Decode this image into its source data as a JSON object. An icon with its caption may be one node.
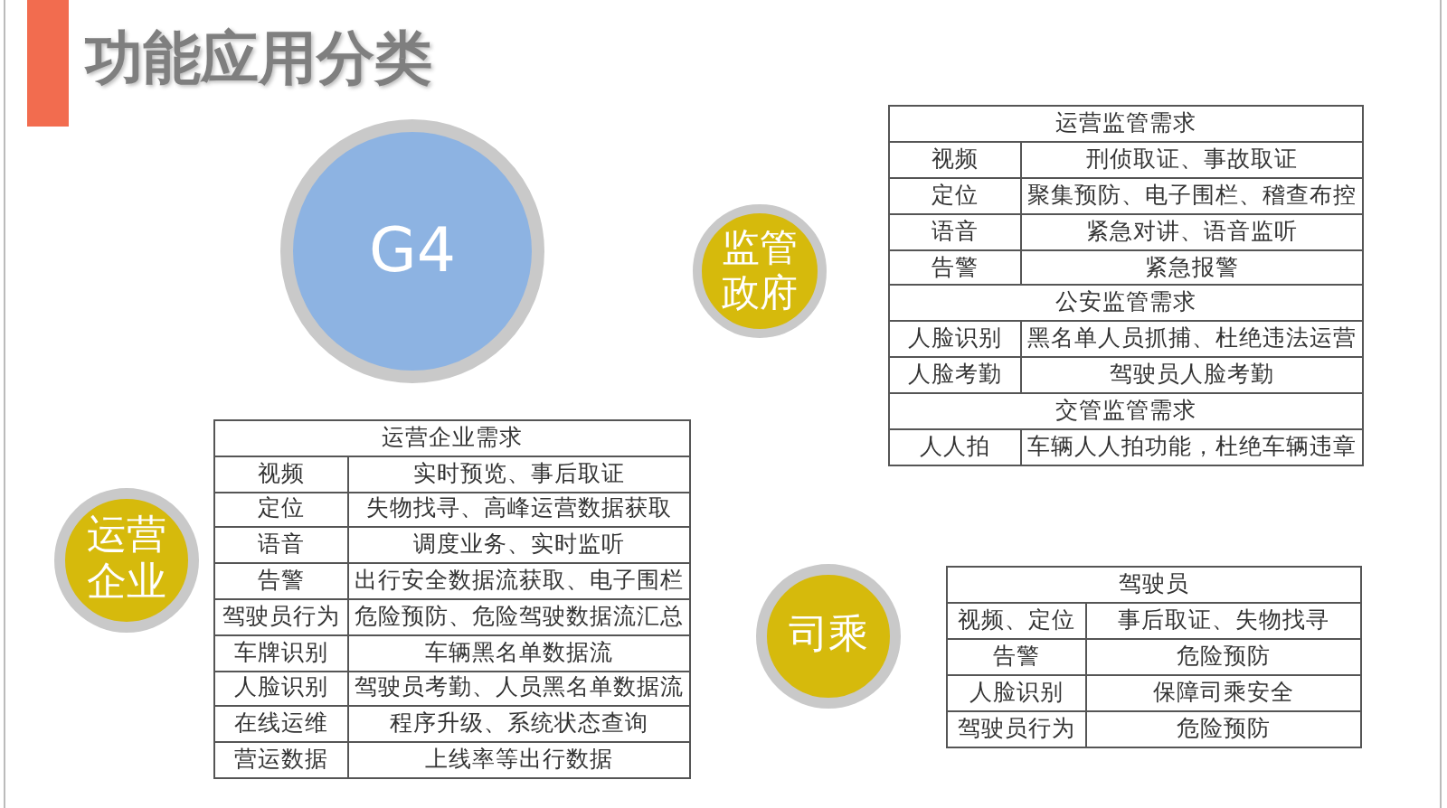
{
  "diagram": {
    "title": "功能应用分类",
    "nodes": [
      {
        "text": [
          "G4"
        ]
      },
      {
        "text": [
          "监管政府"
        ]
      },
      {
        "text": [
          "运营企业"
        ]
      },
      {
        "text": [
          "司乘"
        ]
      }
    ],
    "labels": [
      "运营监管需求",
      "视频",
      "刑侦取证、事故取证",
      "定位",
      "聚集预防、电子围栏、稽查布控",
      "语音",
      "紧急对讲、语音监听",
      "告警",
      "紧急报警",
      "公安监管需求",
      "人脸识别",
      "黑名单人员抓捕、杜绝违法运营",
      "人脸考勤",
      "驾驶员人脸考勤",
      "交管监管需求",
      "人人拍",
      "车辆人人拍功能，杜绝车辆违章",
      "运营企业需求",
      "视频",
      "实时预览、事后取证",
      "定位",
      "失物找寻、高峰运营数据获取",
      "语音",
      "调度业务、实时监听",
      "告警",
      "出行安全数据流获取、电子围栏",
      "驾驶员行为",
      "危险预防、危险驾驶数据流汇总",
      "车牌识别",
      "车辆黑名单数据流",
      "人脸识别",
      "驾驶员考勤、人员黑名单数据流",
      "在线运维",
      "程序升级、系统状态查询",
      "营运数据",
      "上线率等出行数据",
      "驾驶员",
      "视频、定位",
      "事后取证、失物找寻",
      "告警",
      "危险预防",
      "人脸识别",
      "保障司乘安全",
      "驾驶员行为",
      "危险预防"
    ]
  }
}
